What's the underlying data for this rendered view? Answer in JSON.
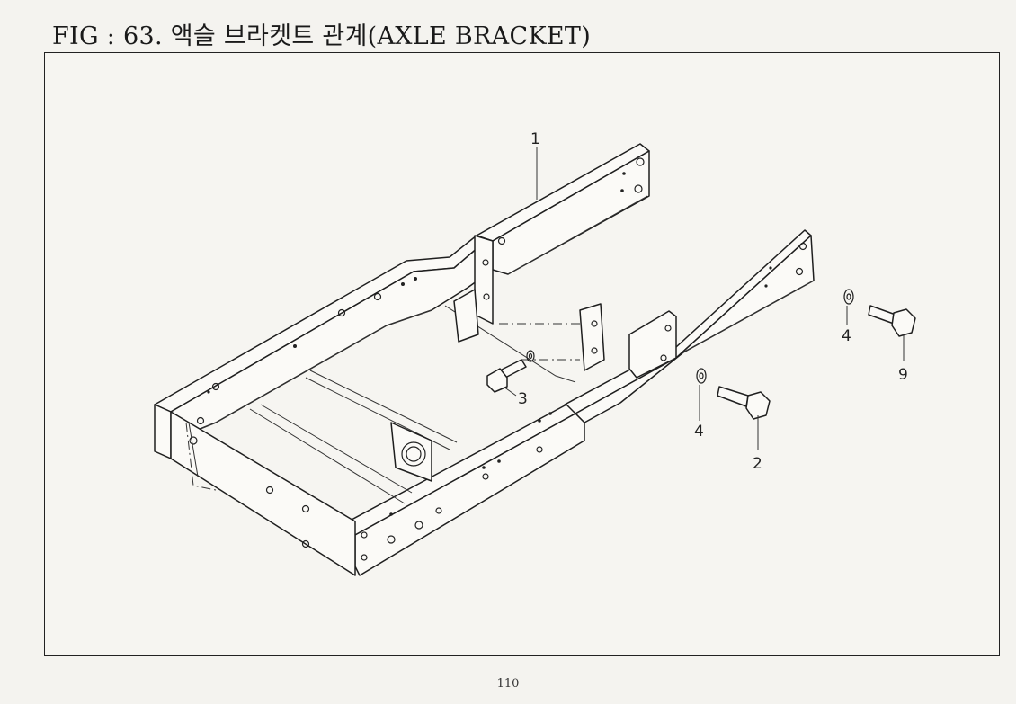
{
  "header": {
    "title": "FIG : 63. 액슬 브라켓트 관계(AXLE BRACKET)"
  },
  "footer": {
    "page_number": "110"
  },
  "diagram": {
    "callouts": [
      {
        "id": "callout-1",
        "label": "1"
      },
      {
        "id": "callout-2",
        "label": "2"
      },
      {
        "id": "callout-3",
        "label": "3"
      },
      {
        "id": "callout-4a",
        "label": "4"
      },
      {
        "id": "callout-4b",
        "label": "4"
      },
      {
        "id": "callout-9",
        "label": "9"
      }
    ]
  }
}
